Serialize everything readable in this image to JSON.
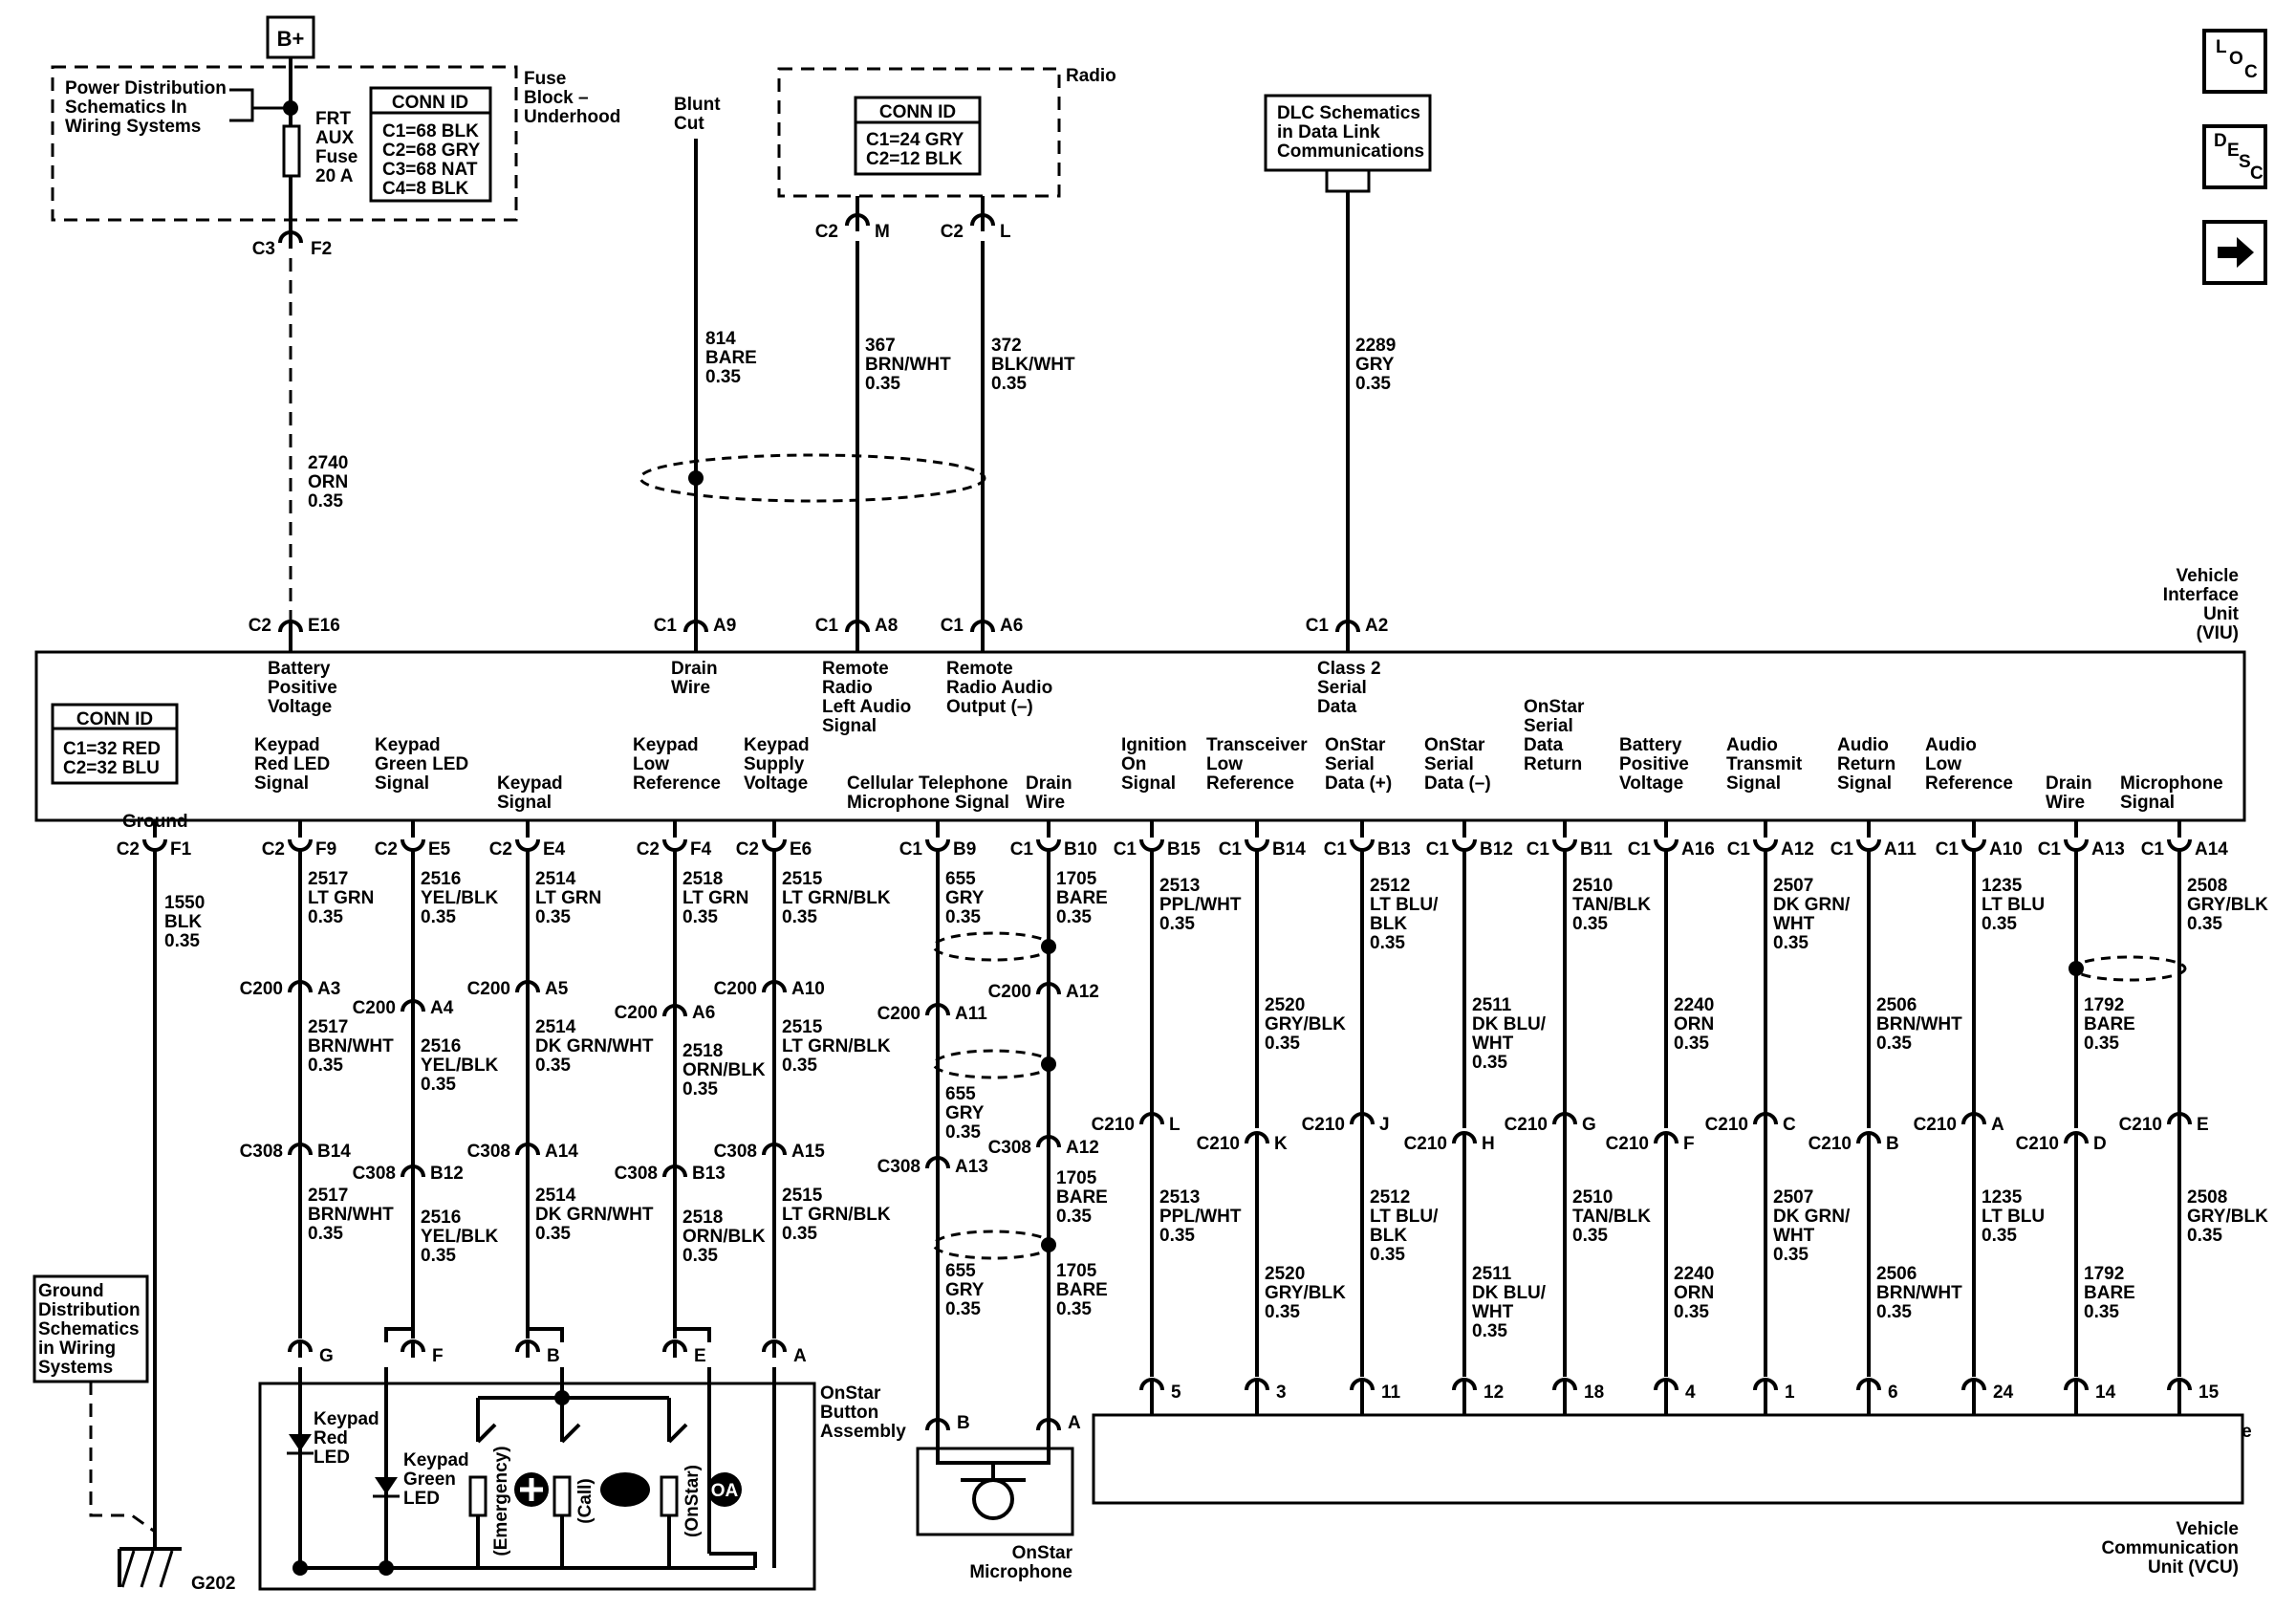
{
  "power": {
    "bplus": "B+",
    "pds_note": [
      "Power Distribution",
      "Schematics In",
      "Wiring  Systems"
    ],
    "fuse_block": [
      "Fuse",
      "Block –",
      "Underhood"
    ],
    "fuse": [
      "FRT",
      "AUX",
      "Fuse",
      "20 A"
    ],
    "conn_id_title": "CONN ID",
    "conn_id_rows": [
      "C1=68 BLK",
      "C2=68 GRY",
      "C3=68 NAT",
      "C4=8 BLK"
    ],
    "c3": "C3",
    "f2": "F2",
    "wire": [
      "2740",
      "ORN",
      "0.35"
    ]
  },
  "top_signals": {
    "blunt_cut": [
      "Blunt",
      "Cut"
    ],
    "drain_wire": [
      "814",
      "BARE",
      "0.35"
    ],
    "radio_label": "Radio",
    "radio_conn_title": "CONN ID",
    "radio_conn_rows": [
      "C1=24 GRY",
      "C2=12 BLK"
    ],
    "radio_pins": [
      [
        "C2",
        "M"
      ],
      [
        "C2",
        "L"
      ]
    ],
    "left_audio": [
      "367",
      "BRN/WHT",
      "0.35"
    ],
    "audio_out": [
      "372",
      "BLK/WHT",
      "0.35"
    ],
    "dlc": [
      "DLC Schematics",
      "in Data Link",
      "Communications"
    ],
    "class2": [
      "2289",
      "GRY",
      "0.35"
    ]
  },
  "viu": {
    "name": [
      "Vehicle",
      "Interface",
      "Unit",
      "(VIU)"
    ],
    "conn_title": "CONN ID",
    "conn_rows": [
      "C1=32 RED",
      "C2=32 BLU"
    ],
    "top_pins": [
      {
        "c": "C2",
        "p": "E16",
        "func": [
          "Battery",
          "Positive",
          "Voltage"
        ]
      },
      {
        "c": "C1",
        "p": "A9",
        "func": [
          "Drain",
          "Wire"
        ]
      },
      {
        "c": "C1",
        "p": "A8",
        "func": [
          "Remote",
          "Radio",
          "Left Audio",
          "Signal"
        ]
      },
      {
        "c": "C1",
        "p": "A6",
        "func": [
          "Remote",
          "Radio Audio",
          "Output (–)"
        ]
      },
      {
        "c": "C1",
        "p": "A2",
        "func": [
          "Class 2",
          "Serial",
          "Data"
        ]
      }
    ],
    "bottom_funcs": [
      [
        "Ground"
      ],
      [
        "Keypad",
        "Red LED",
        "Signal"
      ],
      [
        "Keypad",
        "Green LED",
        "Signal"
      ],
      [
        "Keypad",
        "Signal"
      ],
      [
        "Keypad",
        "Low",
        "Reference"
      ],
      [
        "Keypad",
        "Supply",
        "Voltage"
      ],
      [
        "Cellular Telephone",
        "Microphone Signal"
      ],
      [
        "Drain",
        "Wire"
      ],
      [
        "Ignition",
        "On",
        "Signal"
      ],
      [
        "Transceiver",
        "Low",
        "Reference"
      ],
      [
        "OnStar",
        "Serial",
        "Data (+)"
      ],
      [
        "OnStar",
        "Serial",
        "Data (–)"
      ],
      [
        "OnStar",
        "Serial",
        "Data",
        "Return"
      ],
      [
        "Battery",
        "Positive",
        "Voltage"
      ],
      [
        "Audio",
        "Transmit",
        "Signal"
      ],
      [
        "Audio",
        "Return",
        "Signal"
      ],
      [
        "Audio",
        "Low",
        "Reference"
      ],
      [
        "Drain",
        "Wire"
      ],
      [
        "Microphone",
        "Signal"
      ]
    ],
    "bottom_pins": [
      [
        "C2",
        "F1"
      ],
      [
        "C2",
        "F9"
      ],
      [
        "C2",
        "E5"
      ],
      [
        "C2",
        "E4"
      ],
      [
        "C2",
        "F4"
      ],
      [
        "C2",
        "E6"
      ],
      [
        "C1",
        "B9"
      ],
      [
        "C1",
        "B10"
      ],
      [
        "C1",
        "B15"
      ],
      [
        "C1",
        "B14"
      ],
      [
        "C1",
        "B13"
      ],
      [
        "C1",
        "B12"
      ],
      [
        "C1",
        "B11"
      ],
      [
        "C1",
        "A16"
      ],
      [
        "C1",
        "A12"
      ],
      [
        "C1",
        "A11"
      ],
      [
        "C1",
        "A10"
      ],
      [
        "C1",
        "A13"
      ],
      [
        "C1",
        "A14"
      ]
    ]
  },
  "ground": {
    "wire": [
      "1550",
      "BLK",
      "0.35"
    ],
    "note": [
      "Ground",
      "Distribution",
      "Schematics",
      "in Wiring",
      "Systems"
    ],
    "g202": "G202"
  },
  "keypad_wires": {
    "upper": [
      [
        "2517",
        "LT GRN",
        "0.35"
      ],
      [
        "2516",
        "YEL/BLK",
        "0.35"
      ],
      [
        "2514",
        "LT GRN",
        "0.35"
      ],
      [
        "2518",
        "LT GRN",
        "0.35"
      ],
      [
        "2515",
        "LT GRN/BLK",
        "0.35"
      ]
    ],
    "c200": [
      [
        "C200",
        "A3"
      ],
      [
        "C200",
        "A4"
      ],
      [
        "C200",
        "A5"
      ],
      [
        "C200",
        "A6"
      ],
      [
        "C200",
        "A10"
      ]
    ],
    "middle": [
      [
        "2517",
        "BRN/WHT",
        "0.35"
      ],
      [
        "2516",
        "YEL/BLK",
        "0.35"
      ],
      [
        "2514",
        "DK GRN/WHT",
        "0.35"
      ],
      [
        "2518",
        "ORN/BLK",
        "0.35"
      ],
      [
        "2515",
        "LT GRN/BLK",
        "0.35"
      ]
    ],
    "c308": [
      [
        "C308",
        "B14"
      ],
      [
        "C308",
        "B12"
      ],
      [
        "C308",
        "A14"
      ],
      [
        "C308",
        "B13"
      ],
      [
        "C308",
        "A15"
      ]
    ],
    "lower": [
      [
        "2517",
        "BRN/WHT",
        "0.35"
      ],
      [
        "2516",
        "YEL/BLK",
        "0.35"
      ],
      [
        "2514",
        "DK GRN/WHT",
        "0.35"
      ],
      [
        "2518",
        "ORN/BLK",
        "0.35"
      ],
      [
        "2515",
        "LT GRN/BLK",
        "0.35"
      ]
    ],
    "assembly_pins": [
      "G",
      "F",
      "B",
      "E",
      "A"
    ]
  },
  "button_assembly": {
    "name": [
      "OnStar",
      "Button",
      "Assembly"
    ],
    "red_led": [
      "Keypad",
      "Red",
      "LED"
    ],
    "green_led": [
      "Keypad",
      "Green",
      "LED"
    ],
    "switches": [
      "(Emergency)",
      "(Call)",
      "(OnStar)"
    ],
    "onstar_logo": "OA"
  },
  "mic": {
    "sig_upper": [
      "655",
      "GRY",
      "0.35"
    ],
    "sig_mid": [
      "655",
      "GRY",
      "0.35"
    ],
    "sig_lower": [
      "655",
      "GRY",
      "0.35"
    ],
    "sig_c200": [
      "C200",
      "A11"
    ],
    "sig_c308": [
      "C308",
      "A13"
    ],
    "drain_upper": [
      "1705",
      "BARE",
      "0.35"
    ],
    "drain_mid": [
      "1705",
      "BARE",
      "0.35"
    ],
    "drain_lower": [
      "1705",
      "BARE",
      "0.35"
    ],
    "drain_c200": [
      "C200",
      "A12"
    ],
    "drain_c308": [
      "C308",
      "A12"
    ],
    "pins": [
      "B",
      "A"
    ],
    "name": [
      "OnStar",
      "Microphone"
    ]
  },
  "vcu": {
    "name": [
      "Vehicle",
      "Communication",
      "Unit (VCU)"
    ],
    "upper_wires": [
      [
        "2513",
        "PPL/WHT",
        "0.35"
      ],
      [
        "2520",
        "GRY/BLK",
        "0.35"
      ],
      [
        "2512",
        "LT BLU/",
        "BLK",
        "0.35"
      ],
      [
        "2511",
        "DK BLU/",
        "WHT",
        "0.35"
      ],
      [
        "2510",
        "TAN/BLK",
        "0.35"
      ],
      [
        "2240",
        "ORN",
        "0.35"
      ],
      [
        "2507",
        "DK GRN/",
        "WHT",
        "0.35"
      ],
      [
        "2506",
        "BRN/WHT",
        "0.35"
      ],
      [
        "1235",
        "LT BLU",
        "0.35"
      ],
      [
        "1792",
        "BARE",
        "0.35"
      ],
      [
        "2508",
        "GRY/BLK",
        "0.35"
      ]
    ],
    "c210": [
      [
        "C210",
        "L"
      ],
      [
        "C210",
        "K"
      ],
      [
        "C210",
        "J"
      ],
      [
        "C210",
        "H"
      ],
      [
        "C210",
        "G"
      ],
      [
        "C210",
        "F"
      ],
      [
        "C210",
        "C"
      ],
      [
        "C210",
        "B"
      ],
      [
        "C210",
        "A"
      ],
      [
        "C210",
        "D"
      ],
      [
        "C210",
        "E"
      ]
    ],
    "lower_wires": [
      [
        "2513",
        "PPL/WHT",
        "0.35"
      ],
      [
        "2520",
        "GRY/BLK",
        "0.35"
      ],
      [
        "2512",
        "LT BLU/",
        "BLK",
        "0.35"
      ],
      [
        "2511",
        "DK BLU/",
        "WHT",
        "0.35"
      ],
      [
        "2510",
        "TAN/BLK",
        "0.35"
      ],
      [
        "2240",
        "ORN",
        "0.35"
      ],
      [
        "2507",
        "DK GRN/",
        "WHT",
        "0.35"
      ],
      [
        "2506",
        "BRN/WHT",
        "0.35"
      ],
      [
        "1235",
        "LT BLU",
        "0.35"
      ],
      [
        "1792",
        "BARE",
        "0.35"
      ],
      [
        "2508",
        "GRY/BLK",
        "0.35"
      ]
    ],
    "pins": [
      "5",
      "3",
      "11",
      "12",
      "18",
      "4",
      "1",
      "6",
      "24",
      "14",
      "15"
    ],
    "funcs": [
      [
        "Ignition",
        "On",
        "Signal"
      ],
      [
        "Transceiver",
        "Low",
        "Reference"
      ],
      [
        "OnStar",
        "Serial",
        "Data (+)"
      ],
      [
        "OnStar",
        "Serial",
        "Data (–)"
      ],
      [
        "OnStar",
        "Serial",
        "Data",
        "Return"
      ],
      [
        "Battery",
        "Positive",
        "Voltage"
      ],
      [
        "Audio",
        "Transmit",
        "Signal"
      ],
      [
        "Audio",
        "Return",
        "Signal"
      ],
      [
        "Audio",
        "Low",
        "Reference"
      ],
      [
        "Drain",
        "Wire"
      ],
      [
        "Microphone",
        "Signal"
      ]
    ]
  },
  "nav": {
    "loc": [
      "L",
      "O",
      "C"
    ],
    "desc": [
      "D",
      "E",
      "S",
      "C"
    ],
    "next_icon": "arrow-right-icon"
  }
}
